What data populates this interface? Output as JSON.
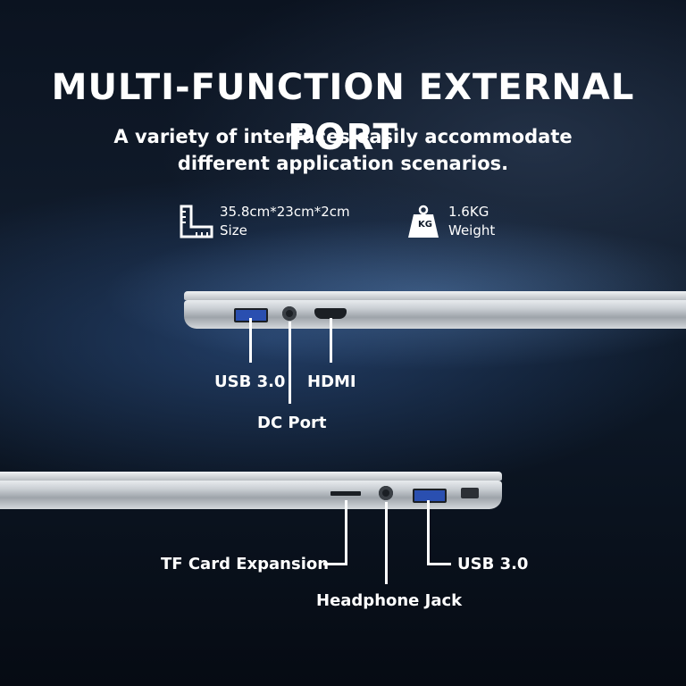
{
  "title": "MULTI-FUNCTION EXTERNAL PORT",
  "subtitle": {
    "line1": "A variety of interfaces easily accommodate",
    "line2": "different application scenarios."
  },
  "specs": {
    "size": {
      "value": "35.8cm*23cm*2cm",
      "label": "Size",
      "icon": "ruler-icon"
    },
    "weight": {
      "value": "1.6KG",
      "label": "Weight",
      "icon": "weight-icon",
      "icon_text": "KG"
    }
  },
  "left_side_ports": {
    "usb": "USB 3.0",
    "hdmi": "HDMI",
    "dc": "DC Port"
  },
  "right_side_ports": {
    "tf": "TF Card Expansion",
    "headphone": "Headphone Jack",
    "usb": "USB 3.0"
  }
}
